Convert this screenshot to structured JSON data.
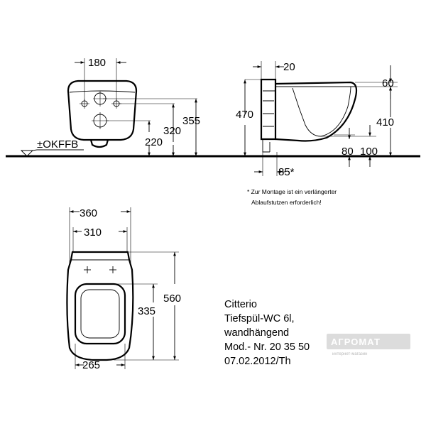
{
  "front_view": {
    "width_180": "180",
    "height_355": "355",
    "height_320": "320",
    "height_220": "220",
    "okffb_label": "±OKFFB"
  },
  "side_view": {
    "top_20": "20",
    "top_60": "60",
    "height_470": "470",
    "height_410": "410",
    "bottom_80": "80",
    "bottom_100": "100",
    "bottom_85": "85*"
  },
  "footnote": {
    "line1": "* Zur Montage ist ein verlängerter",
    "line2": "Ablaufstutzen erforderlich!"
  },
  "top_view": {
    "width_360": "360",
    "width_310": "310",
    "length_560": "560",
    "length_335": "335",
    "width_265": "265"
  },
  "product_info": {
    "line1": "Citterio",
    "line2": "Tiefspül-WC 6l,",
    "line3": "wandhängend",
    "line4": "Mod.- Nr. 20 35 50",
    "line5": "07.02.2012/Th"
  },
  "watermark": {
    "brand": "АГРОМАТ",
    "subtitle": "интернет-магазин"
  }
}
